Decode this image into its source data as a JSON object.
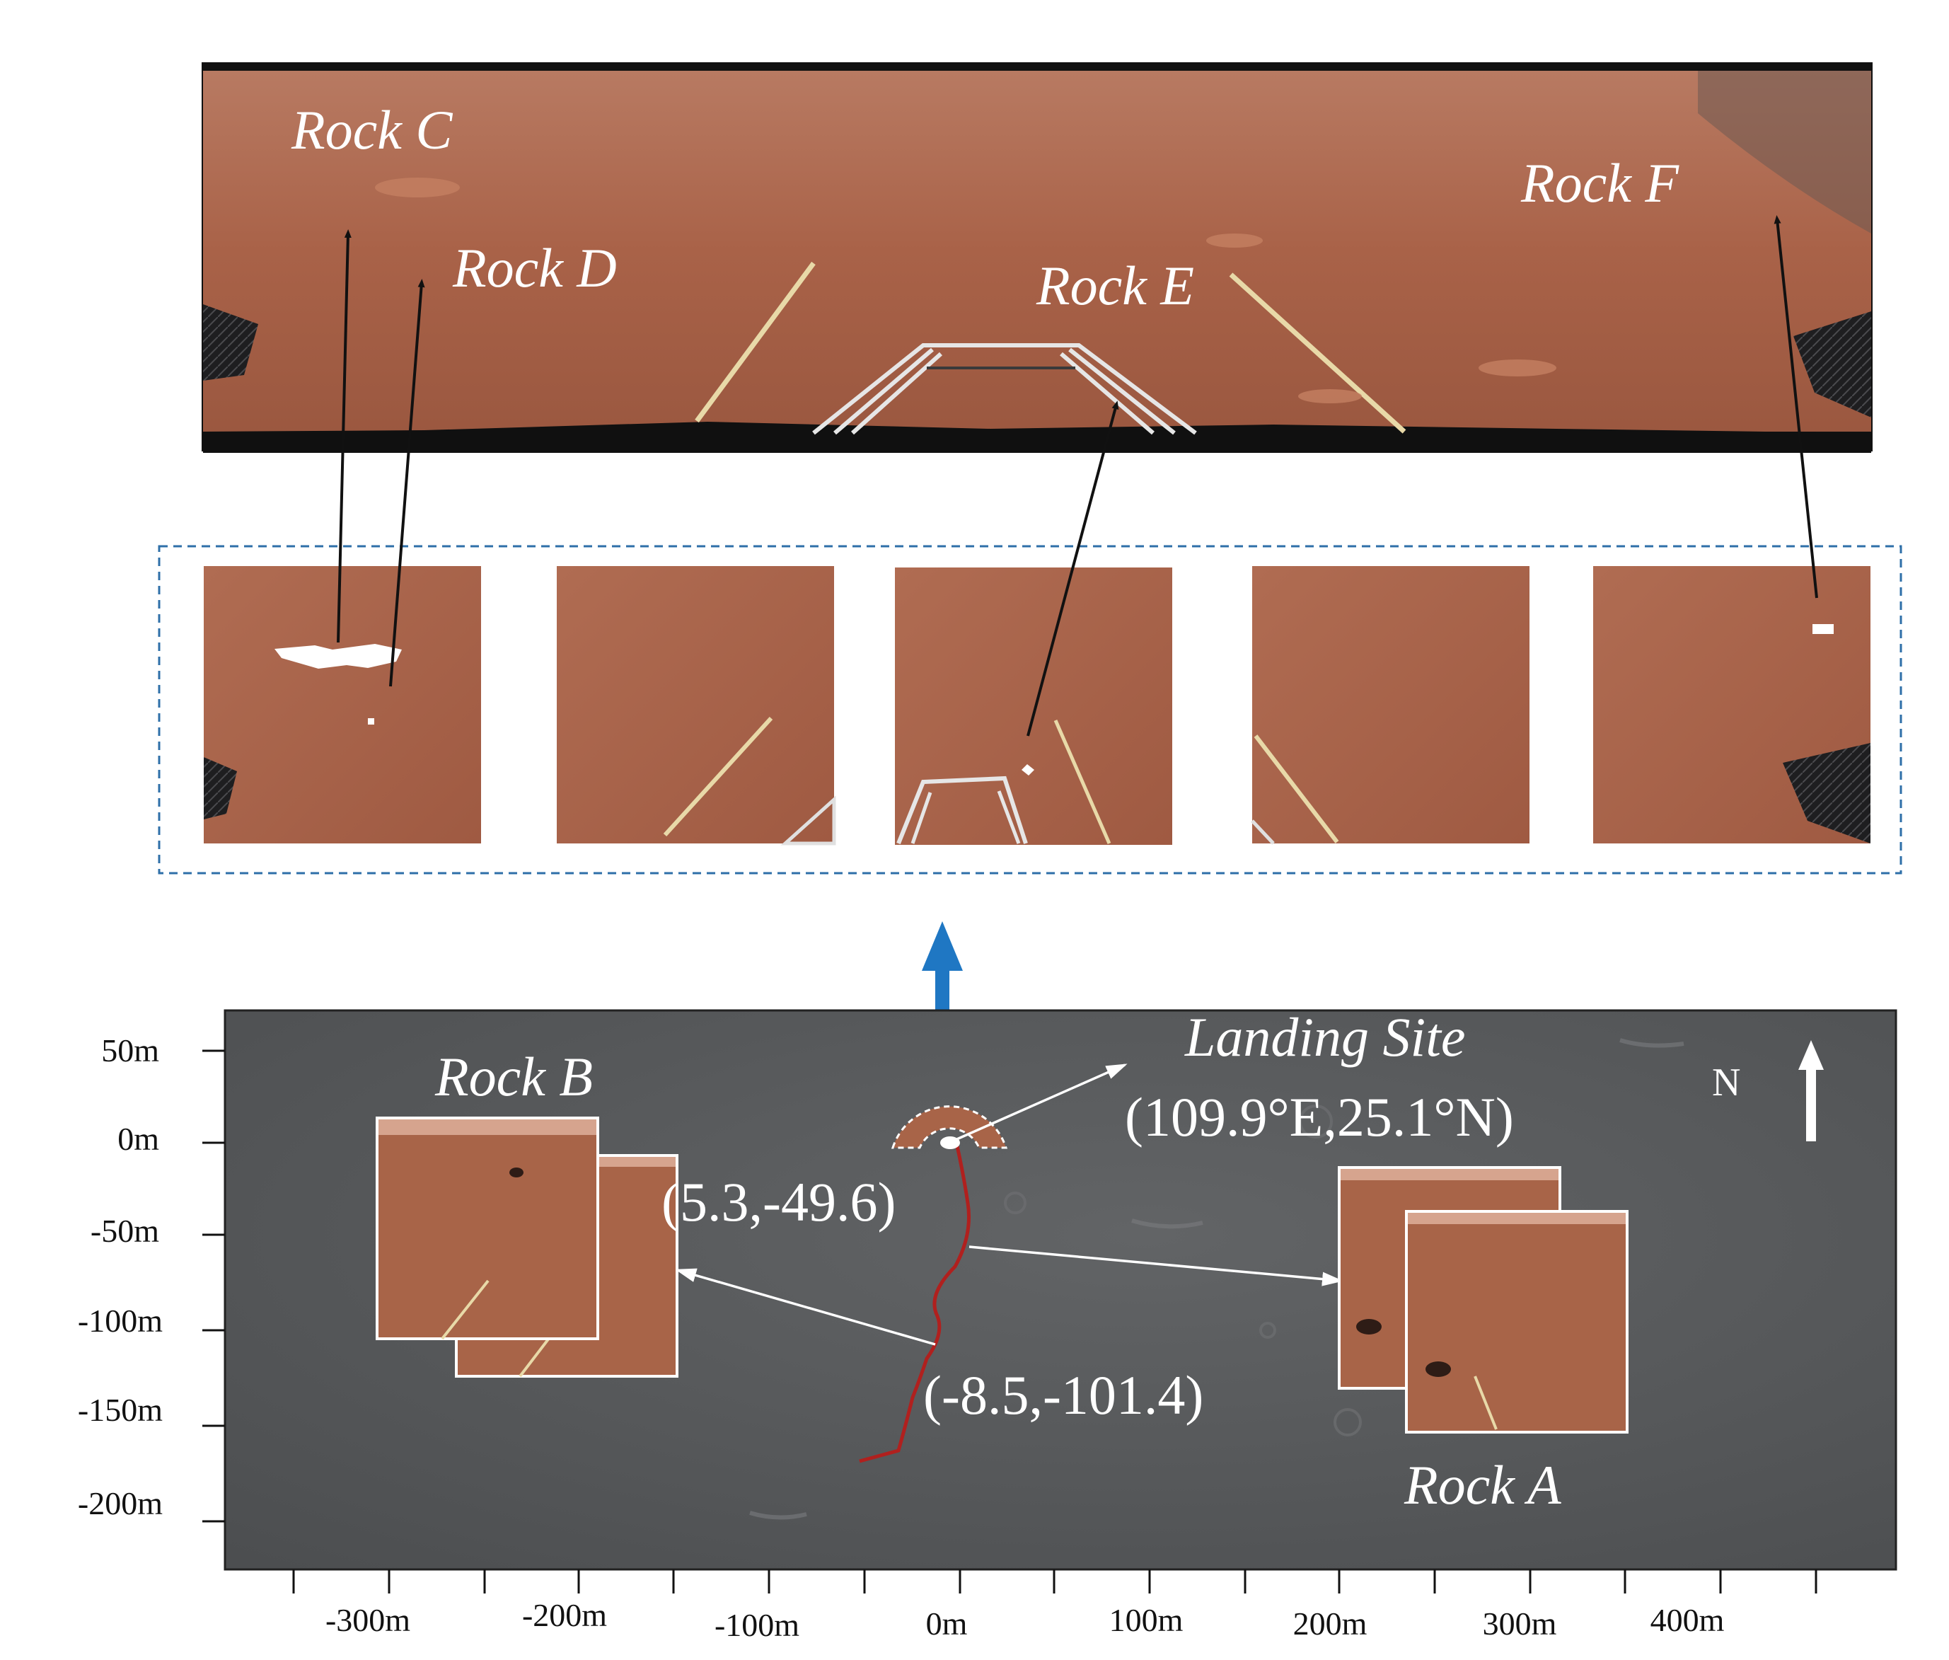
{
  "panorama": {
    "labels": [
      {
        "key": "C",
        "text": "Rock C"
      },
      {
        "key": "D",
        "text": "Rock D"
      },
      {
        "key": "E",
        "text": "Rock E"
      },
      {
        "key": "F",
        "text": "Rock F"
      }
    ]
  },
  "thumbnails": {
    "count": 5
  },
  "map": {
    "rock_labels": {
      "a": "Rock A",
      "b": "Rock B"
    },
    "landing_site": {
      "title": "Landing Site",
      "coords": "(109.9°E,25.1°N)"
    },
    "waypoints": {
      "p1": "(5.3,-49.6)",
      "p2": "(-8.5,-101.4)"
    },
    "north_label": "N",
    "y_axis_labels": [
      "50m",
      "0m",
      "-50m",
      "-100m",
      "-150m",
      "-200m"
    ],
    "x_axis_labels": [
      "-300m",
      "-200m",
      "-100m",
      "0m",
      "100m",
      "200m",
      "300m",
      "400m"
    ]
  },
  "colors": {
    "mars_surface": "#a86448",
    "map_surface": "#56585a",
    "traverse": "#b0201e",
    "up_arrow": "#1f77c3",
    "dashed_box": "#2e6fa8"
  }
}
